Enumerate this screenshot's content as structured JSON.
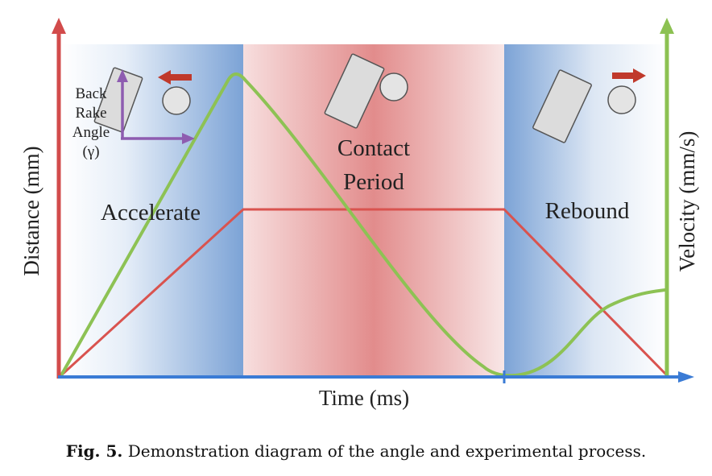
{
  "regions": {
    "accelerate": "Accelerate",
    "contact_line1": "Contact",
    "contact_line2": "Period",
    "rebound": "Rebound"
  },
  "axes": {
    "left_label": "Distance (mm)",
    "right_label": "Velocity (mm/s)",
    "bottom_label": "Time (ms)"
  },
  "angle_label": {
    "line1": "Back",
    "line2": "Rake",
    "line3": "Angle",
    "line4": "(γ)"
  },
  "caption": {
    "number": "Fig. 5.",
    "text": "Demonstration diagram of the angle and experimental process."
  },
  "colors": {
    "distance_axis": "#d24b4b",
    "velocity_axis": "#8cc152",
    "time_axis": "#3a7bd5",
    "distance_curve": "#d9534f",
    "velocity_curve": "#8dc254",
    "angle_arrows": "#8e5cb0",
    "motion_arrow": "#c0392b",
    "accelerate_zone": "#5b8fd0",
    "contact_zone": "#e07c7c",
    "rebound_zone": "#5b8fd0"
  },
  "icons": {
    "tool": "rectangle-tool-icon",
    "ball": "ball-icon",
    "arrow_left": "arrow-left-icon",
    "arrow_right": "arrow-right-icon"
  }
}
